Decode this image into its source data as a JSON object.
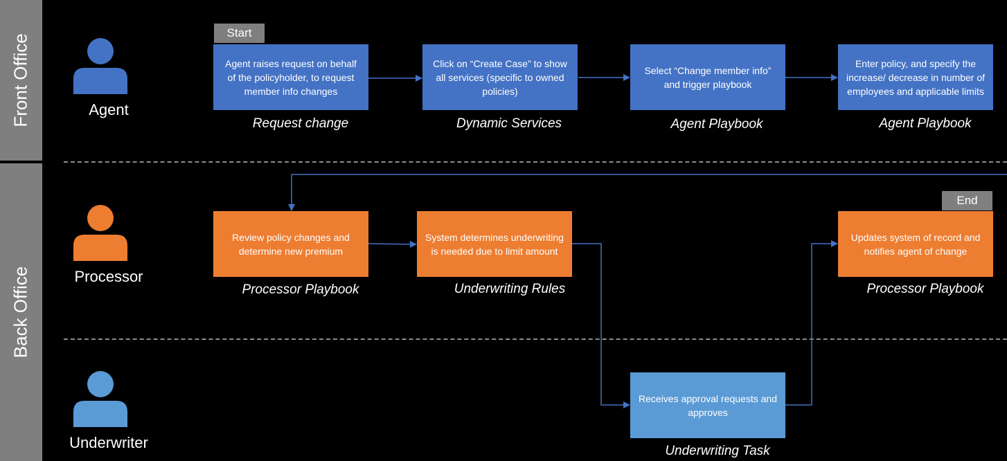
{
  "lanes": {
    "front_office": "Front Office",
    "back_office": "Back Office"
  },
  "roles": {
    "agent": "Agent",
    "processor": "Processor",
    "underwriter": "Underwriter"
  },
  "tags": {
    "start": "Start",
    "end": "End"
  },
  "steps": {
    "request_change": {
      "text": "Agent raises request on behalf of the policyholder, to request member info changes",
      "caption": "Request change"
    },
    "create_case": {
      "text": "Click on “Create Case” to show all services (specific to owned policies)",
      "caption": "Dynamic Services"
    },
    "select_change": {
      "text": "Select “Change member info” and trigger playbook",
      "caption": "Agent Playbook"
    },
    "enter_policy": {
      "text": "Enter policy, and specify the increase/ decrease in number of employees and applicable limits",
      "caption": "Agent Playbook"
    },
    "review_policy": {
      "text": "Review policy changes and determine new premium",
      "caption": "Processor Playbook"
    },
    "system_determines": {
      "text": "System determines underwriting is needed due to limit amount",
      "caption": "Underwriting Rules"
    },
    "updates_system": {
      "text": "Updates system of record and notifies agent of change",
      "caption": "Processor Playbook"
    },
    "receives_approval": {
      "text": "Receives approval requests and approves",
      "caption": "Underwriting Task"
    }
  },
  "colors": {
    "agent": "#4472c4",
    "processor": "#ed7d31",
    "underwriter": "#5b9bd5",
    "lane_bar": "#7f7f7f",
    "connector": "#4472c4"
  },
  "icons": {
    "agent": "person-icon",
    "processor": "person-icon",
    "underwriter": "person-icon"
  }
}
